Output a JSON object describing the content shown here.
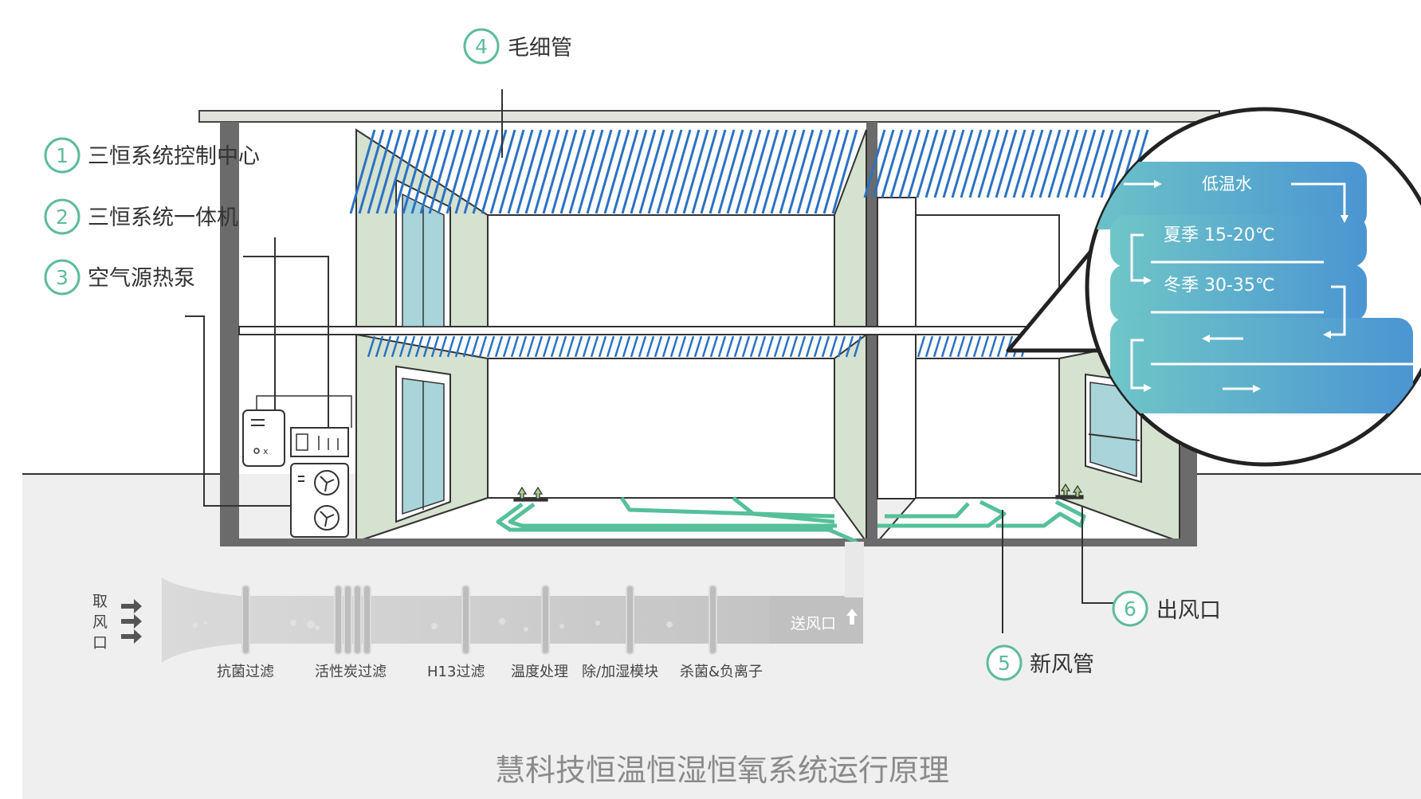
{
  "colors": {
    "accent_green": "#5dbb9d",
    "pipe_blue": "#2a72c4",
    "wall_green": "#d5e2cf",
    "ground_gray": "#efefef",
    "structure": "#555555",
    "water_bubble_blue": "#5aa3d6",
    "water_bubble_teal": "#77c7c9",
    "floor_pipe_green": "#55c09a",
    "duct_gray": "#c9c9c9"
  },
  "callouts": [
    {
      "num": "1",
      "label": "三恒系统控制中心"
    },
    {
      "num": "2",
      "label": "三恒系统一体机"
    },
    {
      "num": "3",
      "label": "空气源热泵"
    },
    {
      "num": "4",
      "label": "毛细管"
    },
    {
      "num": "5",
      "label": "新风管"
    },
    {
      "num": "6",
      "label": "出风口"
    }
  ],
  "water_bubble": {
    "low_temp_water": "低温水",
    "summer": "夏季 15-20℃",
    "winter": "冬季 30-35℃"
  },
  "duct": {
    "intake_chars": [
      "取",
      "风",
      "口"
    ],
    "send_label": "送风口",
    "stages": [
      "抗菌过滤",
      "活性炭过滤",
      "H13过滤",
      "温度处理",
      "除/加湿模块",
      "杀菌&负离子"
    ]
  },
  "title": "慧科技恒温恒湿恒氧系统运行原理"
}
